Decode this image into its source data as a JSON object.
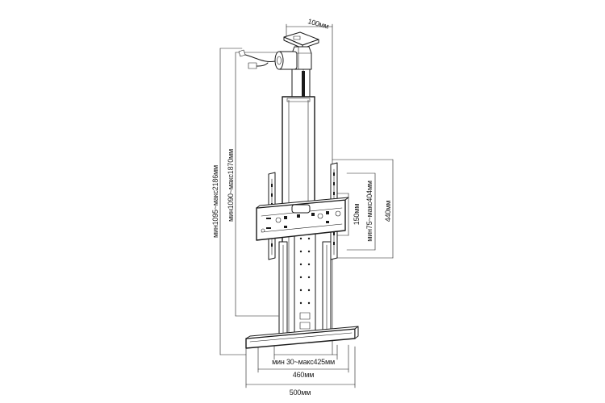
{
  "labels": {
    "top_depth": "100мм",
    "height_total": "мин1095~макс2186мм",
    "height_inner": "мин1090~макс1870мм",
    "vesa_vertical_min": "150мм",
    "vesa_vertical_range": "мин75~макс404мм",
    "bracket_height": "440мм",
    "vesa_horizontal_range": "мин 30~макс425мм",
    "base_inner_width": "460мм",
    "base_outer_width": "500мм"
  },
  "colors": {
    "line": "#1a1a1a",
    "background": "#ffffff"
  }
}
